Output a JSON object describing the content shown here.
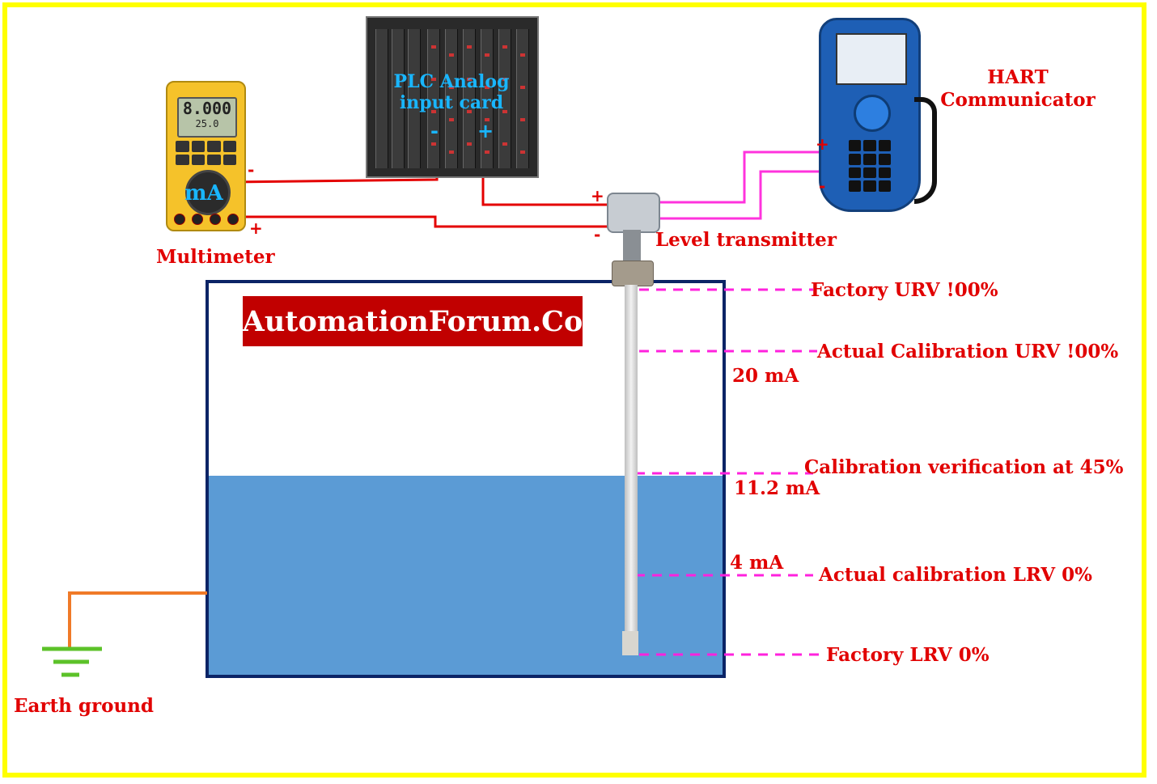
{
  "diagram": {
    "devices": {
      "multimeter": {
        "label": "Multimeter",
        "mode": "mA",
        "display_main": "8.000",
        "display_sub": "25.0",
        "minus": "-",
        "plus": "+"
      },
      "plc": {
        "label": "PLC Analog input card",
        "minus": "-",
        "plus": "+"
      },
      "hart": {
        "label": "HART Communicator",
        "plus": "+",
        "minus": "-"
      },
      "transmitter": {
        "label": "Level transmitter",
        "plus": "+",
        "minus": "-"
      },
      "ground": {
        "label": "Earth ground"
      }
    },
    "brand": "AutomationForum.Co",
    "levels": {
      "factory_urv": "Factory URV !00%",
      "actual_urv": "Actual Calibration URV !00%",
      "urv_ma": "20 mA",
      "verification": "Calibration verification at 45%",
      "verification_ma": "11.2 mA",
      "lrv_ma": "4 mA",
      "actual_lrv": "Actual calibration LRV 0%",
      "factory_lrv": "Factory LRV 0%"
    },
    "tank": {
      "fill_percent": 45
    },
    "colors": {
      "frame": "#ffff00",
      "label": "#e10000",
      "loop_wire": "#e40000",
      "hart_wire": "#ff33dd",
      "level_line": "#ff22dd",
      "water": "#5b9bd5",
      "tank_border": "#0b2466",
      "ground_wire": "#f07a28",
      "ground_symbol": "#5cc229",
      "brand_bg": "#c10000"
    }
  }
}
